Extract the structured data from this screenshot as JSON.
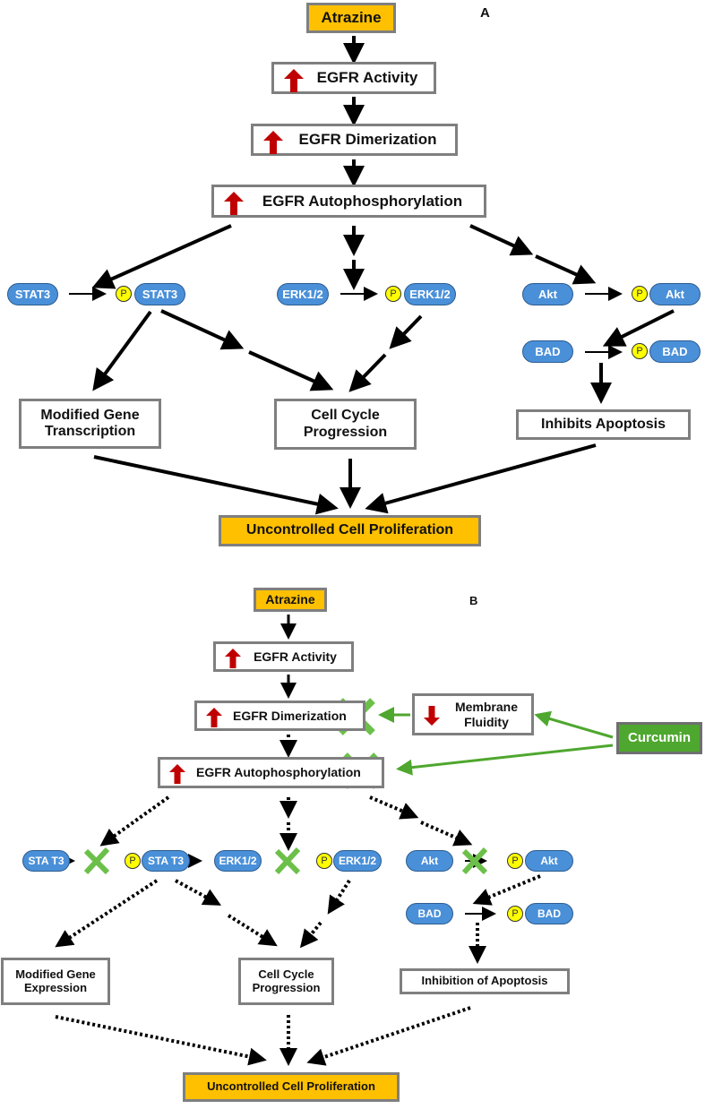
{
  "panelA": {
    "label": "A",
    "atrazine": "Atrazine",
    "egfr_activity": "EGFR Activity",
    "egfr_dimerization": "EGFR Dimerization",
    "egfr_autophos": "EGFR Autophosphorylation",
    "stat3": "STAT3",
    "pstat3": "STAT3",
    "erk": "ERK1/2",
    "perk": "ERK1/2",
    "akt": "Akt",
    "pakt": "Akt",
    "bad": "BAD",
    "pbad": "BAD",
    "p_badge": "P",
    "gene": "Modified Gene Transcription",
    "cellcycle": "Cell Cycle Progression",
    "apoptosis": "Inhibits Apoptosis",
    "proliferation": "Uncontrolled Cell Proliferation"
  },
  "panelB": {
    "label": "B",
    "atrazine": "Atrazine",
    "egfr_activity": "EGFR Activity",
    "egfr_dimerization": "EGFR Dimerization",
    "egfr_autophos": "EGFR Autophosphorylation",
    "membrane": "Membrane Fluidity",
    "curcumin": "Curcumin",
    "stat3": "STA T3",
    "pstat3": "STA T3",
    "erk": "ERK1/2",
    "perk": "ERK1/2",
    "akt": "Akt",
    "pakt": "Akt",
    "bad": "BAD",
    "pbad": "BAD",
    "p_badge": "P",
    "gene": "Modified Gene Expression",
    "cellcycle": "Cell Cycle Progression",
    "apoptosis": "Inhibition of Apoptosis",
    "proliferation": "Uncontrolled Cell Proliferation"
  },
  "colors": {
    "highlight": "#ffc000",
    "protein": "#4a90d9",
    "phospho": "#ffff00",
    "inhibitor": "#4ea72e",
    "increase_arrow": "#c00000"
  }
}
